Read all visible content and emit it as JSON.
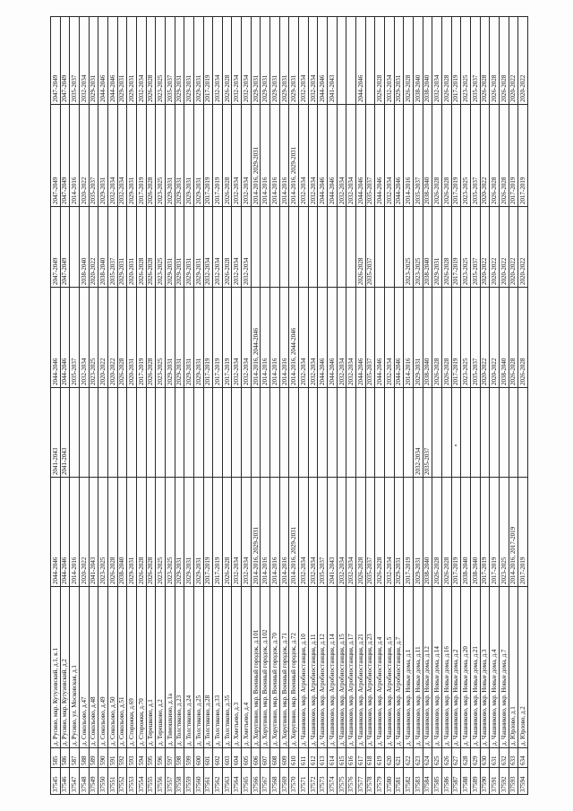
{
  "table": {
    "rows": [
      [
        "37545",
        "585",
        "д. Русино, мкр. Кутузовский, д.1, к.1",
        "2044-2046",
        "2041-2043",
        "2044-2046",
        "2047-2049",
        "2047-2049",
        "2047-2049"
      ],
      [
        "37546",
        "586",
        "д. Русино, мкр. Кутузовский, д.2",
        "2044-2046",
        "2041-2043",
        "2044-2046",
        "2047-2049",
        "2047-2049",
        "2047-2049"
      ],
      [
        "37547",
        "587",
        "д. Русино, ул. Московская, д.1",
        "2014-2016",
        "",
        "2035-2037",
        "",
        "2014-2016",
        "2035-2037"
      ],
      [
        "37548",
        "588",
        "д. Сокольово, д.47",
        "2020-2022",
        "",
        "2032-2034",
        "2038-2040",
        "2020-2022",
        "2032-2034"
      ],
      [
        "37549",
        "589",
        "д. Сокольово, д.48",
        "2041-2043",
        "",
        "2023-2025",
        "2020-2022",
        "2035-2037",
        "2029-2031"
      ],
      [
        "37550",
        "590",
        "д. Сокольово, д.49",
        "2023-2025",
        "",
        "2020-2022",
        "2038-2040",
        "2029-2031",
        "2044-2046"
      ],
      [
        "37551",
        "591",
        "д. Сокольово, д.50",
        "2026-2028",
        "",
        "2020-2022",
        "2035-2037",
        "2032-2034",
        "2044-2046"
      ],
      [
        "37552",
        "592",
        "д. Сокольово, д.51",
        "2038-2040",
        "",
        "2026-2028",
        "2029-2031",
        "2032-2034",
        "2029-2031"
      ],
      [
        "37553",
        "593",
        "д. Сторожки, д.69",
        "2029-2031",
        "",
        "2020-2031",
        "2020-2031",
        "2029-2031",
        "2029-2031"
      ],
      [
        "37554",
        "594",
        "д. Сторожки, д.70",
        "2026-2028",
        "",
        "2017-2019",
        "2026-2028",
        "2017-2019",
        "2032-2034"
      ],
      [
        "37555",
        "595",
        "д. Терешково, д.1",
        "2026-2028",
        "",
        "2026-2028",
        "2026-2028",
        "2026-2028",
        "2026-2028"
      ],
      [
        "37556",
        "596",
        "д. Терешково, д.2",
        "2023-2025",
        "",
        "2023-2025",
        "2023-2025",
        "2023-2025",
        "2023-2025"
      ],
      [
        "37557",
        "597",
        "д. Тимошкино, д.1а",
        "2023-2025",
        "",
        "2029-2031",
        "2029-2031",
        "2029-2031",
        "2035-2037"
      ],
      [
        "37558",
        "598",
        "д. Толстяково, д.23",
        "2029-2031",
        "",
        "2029-2031",
        "2029-2031",
        "2029-2031",
        "2029-2031"
      ],
      [
        "37559",
        "599",
        "д. Толстяково, д.24",
        "2029-2031",
        "",
        "2029-2031",
        "2029-2031",
        "2029-2031",
        "2029-2031"
      ],
      [
        "37560",
        "600",
        "д. Толстяково, д.25",
        "2029-2031",
        "",
        "2029-2031",
        "2029-2031",
        "2029-2031",
        "2029-2031"
      ],
      [
        "37561",
        "601",
        "д. Толстяково, д.28",
        "2017-2019",
        "",
        "2017-2019",
        "2032-2034",
        "2017-2019",
        "2017-2019"
      ],
      [
        "37562",
        "602",
        "д. Толстяково, д.33",
        "2017-2019",
        "",
        "2017-2019",
        "2032-2034",
        "2017-2019",
        "2032-2034"
      ],
      [
        "37563",
        "603",
        "д. Толстяково, д.35",
        "2026-2028",
        "",
        "2017-2019",
        "2026-2028",
        "2026-2028",
        "2026-2028"
      ],
      [
        "37564",
        "604",
        "д. Хметьево, д.3",
        "2032-2034",
        "",
        "2032-2034",
        "2032-2034",
        "2032-2034",
        "2032-2034"
      ],
      [
        "37565",
        "605",
        "д. Хметьево, д.4",
        "2032-2034",
        "",
        "2032-2034",
        "2032-2034",
        "2032-2034",
        "2032-2034"
      ],
      [
        "37566",
        "606",
        "д. Хоругвино, мкр. Военный городок, д.101",
        "2014-2016, 2029-2031",
        "",
        "2014-2016, 2044-2046",
        "",
        "2014-2016, 2029-2031",
        "2029-2031"
      ],
      [
        "37567",
        "607",
        "д. Хоругвино, мкр. Военный городок, д.102",
        "2014-2016",
        "",
        "2014-2016",
        "",
        "2014-2016",
        "2029-2031"
      ],
      [
        "37568",
        "608",
        "д. Хоругвино, мкр. Военный городок, д.70",
        "2014-2016",
        "",
        "2014-2016",
        "",
        "2014-2016",
        "2029-2031"
      ],
      [
        "37569",
        "609",
        "д. Хоругвино, мкр. Военный городок, д.71",
        "2014-2016",
        "",
        "2014-2016",
        "",
        "2014-2016",
        "2029-2031"
      ],
      [
        "37570",
        "610",
        "д. Хоругвино, мкр. Военный городок, д.72",
        "2014-2016, 2029-2031",
        "",
        "2014-2016, 2044-2046",
        "",
        "2014-2016, 2029-2031",
        "2029-2031"
      ],
      [
        "37571",
        "611",
        "д. Чашниково, мкр. Агробиостанция, д.10",
        "2032-2034",
        "",
        "2032-2034",
        "",
        "2032-2034",
        "2032-2034"
      ],
      [
        "37572",
        "612",
        "д. Чашниково, мкр. Агробиостанция, д.11",
        "2032-2034",
        "",
        "2032-2034",
        "",
        "2032-2034",
        "2032-2034"
      ],
      [
        "37573",
        "613",
        "д. Чашниково, мкр. Агробиостанция, д.12",
        "2035-2037",
        "",
        "2044-2046",
        "",
        "2044-2046",
        "2044-2046"
      ],
      [
        "37574",
        "614",
        "д. Чашниково, мкр. Агробиостанция, д.14",
        "2041-2043",
        "",
        "2044-2046",
        "",
        "2044-2046",
        "2041-2043"
      ],
      [
        "37575",
        "615",
        "д. Чашниково, мкр. Агробиостанция, д.15",
        "2032-2034",
        "",
        "2032-2034",
        "",
        "2032-2034",
        ""
      ],
      [
        "37576",
        "616",
        "д. Чашниково, мкр. Агробиостанция, д.17",
        "2032-2034",
        "",
        "2032-2034",
        "",
        "2032-2034",
        ""
      ],
      [
        "37577",
        "617",
        "д. Чашниково, мкр. Агробиостанция, д.21",
        "2026-2028",
        "",
        "2044-2046",
        "2026-2028",
        "2044-2046",
        "2044-2046"
      ],
      [
        "37578",
        "618",
        "д. Чашниково, мкр. Агробиостанция, д.23",
        "2035-2037",
        "",
        "2035-2037",
        "2035-2037",
        "2035-2037",
        ""
      ],
      [
        "37579",
        "619",
        "д. Чашниково, мкр. Агробиостанция, д.4",
        "2026-2028",
        "",
        "2044-2046",
        "",
        "2044-2046",
        "2026-2028"
      ],
      [
        "37580",
        "620",
        "д. Чашниково, мкр. Агробиостанция, д.5",
        "2032-2034",
        "",
        "2032-2034",
        "",
        "2032-2034",
        "2032-2034"
      ],
      [
        "37581",
        "621",
        "д. Чашниково, мкр. Агробиостанция, д.7",
        "2029-2031",
        "",
        "2044-2046",
        "",
        "2044-2046",
        "2029-2031"
      ],
      [
        "37582",
        "622",
        "д. Чашниково, мкр. Новые дома, д.1",
        "2017-2019",
        "",
        "2014-2016",
        "2023-2025",
        "2014-2016",
        "2026-2028"
      ],
      [
        "37583",
        "623",
        "д. Чашниково, мкр. Новые дома, д.11",
        "2029-2031",
        "2032-2034",
        "2029-2031",
        "2023-2025",
        "2035-2037",
        "2038-2040"
      ],
      [
        "37584",
        "624",
        "д. Чашниково, мкр. Новые дома, д.12",
        "2038-2040",
        "2035-2037",
        "2038-2040",
        "2038-2040",
        "2038-2040",
        "2038-2040"
      ],
      [
        "37585",
        "625",
        "д. Чашниково, мкр. Новые дома, д.14",
        "2026-2028",
        "",
        "2026-2028",
        "2029-2031",
        "2026-2028",
        "2032-2034"
      ],
      [
        "37586",
        "626",
        "д. Чашниково, мкр. Новые дома, д.16",
        "2026-2028",
        "",
        "2026-2028",
        "2026-2028",
        "2026-2028",
        "2026-2028"
      ],
      [
        "37587",
        "627",
        "д. Чашниково, мкр. Новые дома, д.2",
        "2017-2019",
        "",
        "2017-2019",
        "2017-2019",
        "2017-2019",
        "2017-2019"
      ],
      [
        "37588",
        "628",
        "д. Чашниково, мкр. Новые дома, д.20",
        "2038-2040",
        "",
        "2023-2025",
        "2023-2025",
        "2023-2025",
        "2023-2025"
      ],
      [
        "37589",
        "629",
        "д. Чашниково, мкр. Новые дома, д.21",
        "2038-2040",
        "",
        "2035-2037",
        "2035-2037",
        "2035-2037",
        "2035-2037"
      ],
      [
        "37590",
        "630",
        "д. Чашниково, мкр. Новые дома, д.3",
        "2017-2019",
        "",
        "2020-2022",
        "2020-2022",
        "2020-2022",
        "2026-2028"
      ],
      [
        "37591",
        "631",
        "д. Чашниково, мкр. Новые дома, д.4",
        "2017-2019",
        "",
        "2020-2022",
        "2020-2022",
        "2026-2028",
        "2026-2028"
      ],
      [
        "37592",
        "632",
        "д. Чашниково, мкр. Новые дома, д.7",
        "2023-2025",
        "",
        "2038-2040",
        "2020-2022",
        "2026-2028",
        "2026-2028"
      ],
      [
        "37593",
        "633",
        "д. Юрлово, д.1",
        "2014-2016, 2017-2019",
        "",
        "2026-2028",
        "2020-2022",
        "2017-2019",
        "2020-2022"
      ],
      [
        "37594",
        "634",
        "д. Юрлово, д.2",
        "2017-2019",
        "",
        "2026-2028",
        "2020-2022",
        "2017-2019",
        "2020-2022"
      ]
    ]
  }
}
